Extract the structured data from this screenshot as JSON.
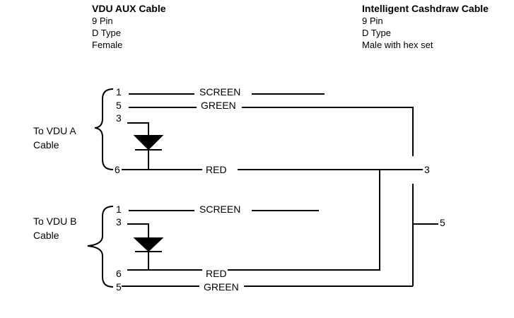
{
  "left_header": {
    "title": "VDU AUX Cable",
    "lines": [
      "9 Pin",
      "D Type",
      "Female"
    ]
  },
  "right_header": {
    "title": "Intelligent Cashdraw Cable",
    "lines": [
      "9 Pin",
      "D Type",
      "Male with hex set"
    ]
  },
  "group_a": {
    "label_line1": "To VDU A",
    "label_line2": "Cable",
    "pins": {
      "screen": "1",
      "green": "5",
      "diode": "3",
      "red": "6"
    },
    "wires": {
      "screen": "SCREEN",
      "green": "GREEN",
      "red": "RED"
    }
  },
  "group_b": {
    "label_line1": "To VDU B",
    "label_line2": "Cable",
    "pins": {
      "screen": "1",
      "diode": "3",
      "red": "6",
      "green": "5"
    },
    "wires": {
      "screen": "SCREEN",
      "red": "RED",
      "green": "GREEN"
    }
  },
  "cashdraw_pins": {
    "red": "3",
    "green": "5"
  }
}
